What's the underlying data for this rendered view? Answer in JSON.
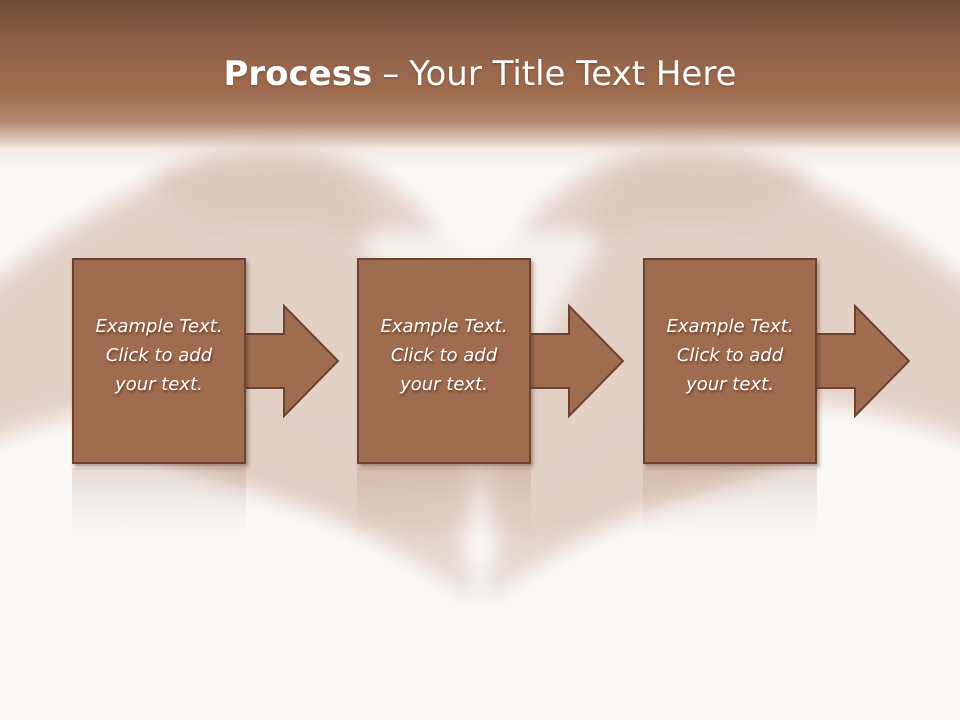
{
  "slide": {
    "title_bold": "Process",
    "title_dash": "–",
    "title_rest": "Your Title Text Here"
  },
  "steps": [
    {
      "line1": "Example Text.",
      "line2": "Click  to add",
      "line3": "your text."
    },
    {
      "line1": "Example Text.",
      "line2": "Click  to add",
      "line3": "your text."
    },
    {
      "line1": "Example Text.",
      "line2": "Click  to add",
      "line3": "your text."
    }
  ],
  "colors": {
    "title_band": "#9a6649",
    "box_fill": "#a06c4f",
    "box_border": "#6c4330",
    "text": "#ffffff",
    "background": "#faf8f6"
  },
  "background_image": "heart-hands-photo"
}
